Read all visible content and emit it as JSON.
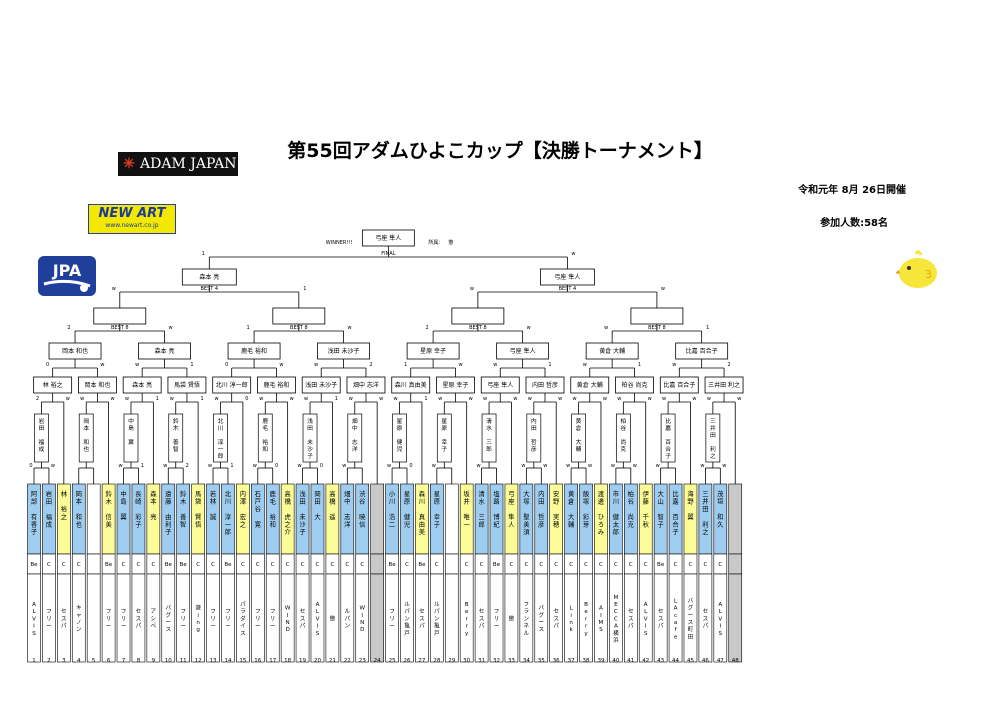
{
  "header": {
    "title": "第55回アダムひよこカップ【決勝トーナメント】",
    "date": "令和元年 8月 26日開催",
    "participants": "参加人数:58名"
  },
  "logos": {
    "adam": "ADAM JAPAN",
    "newart": "NEW ART",
    "newart_url": "www.newart.co.jp",
    "jpa": "JPA"
  },
  "colors": {
    "blue": "#9fcdf0",
    "yellow": "#fbfb97",
    "gray": "#c9c9c9"
  },
  "final": {
    "winner": "弓座 隼人",
    "winner_label": "WINNER!!!",
    "affiliation_label": "所属：",
    "affiliation": "懲",
    "final_label": "FINAL",
    "left": "森本 亮",
    "right": "弓座 隼人",
    "left_score": "1",
    "right_score": "w"
  },
  "best4": [
    {
      "label": "BEST 4",
      "left": "森本 亮",
      "right": "浅田 未沙子",
      "ls": "w",
      "rs": "1"
    },
    {
      "label": "BEST 4",
      "left": "弓座 隼人",
      "right": "黄倉 大輔",
      "ls": "w",
      "rs": "w"
    }
  ],
  "best8": [
    {
      "label": "BEST 8",
      "left": "岡本 和也",
      "right": "森本 亮",
      "ls": "2",
      "rs": "w"
    },
    {
      "label": "BEST 8",
      "left": "鹿毛 裕和",
      "right": "浅田 未沙子",
      "ls": "1",
      "rs": "w"
    },
    {
      "label": "BEST 8",
      "left": "星原 幸子",
      "right": "弓座 隼人",
      "ls": "2",
      "rs": "w"
    },
    {
      "label": "BEST 8",
      "left": "黄倉 大輔",
      "right": "比嘉 百合子",
      "ls": "w",
      "rs": "1"
    }
  ],
  "r16": [
    {
      "name": "岡本 和也",
      "ls": "0",
      "rs": "w"
    },
    {
      "name": "森本 亮",
      "ls": "w",
      "rs": "1"
    },
    {
      "name": "鹿毛 裕和",
      "ls": "0",
      "rs": "w"
    },
    {
      "name": "浅田 未沙子",
      "ls": "w",
      "rs": "2"
    },
    {
      "name": "星原 幸子",
      "ls": "1",
      "rs": "w"
    },
    {
      "name": "弓座 隼人",
      "ls": "w",
      "rs": "1"
    },
    {
      "name": "黄倉 大輔",
      "ls": "w",
      "rs": "1"
    },
    {
      "name": "比嘉 百合子",
      "ls": "w",
      "rs": "2"
    }
  ],
  "r32": [
    {
      "name": "林 裕之",
      "ls": "2",
      "rs": "w"
    },
    {
      "name": "岡本 和也",
      "ls": "w",
      "rs": "w"
    },
    {
      "name": "森本 亮",
      "ls": "w",
      "rs": "1"
    },
    {
      "name": "馬袋 賢悟",
      "ls": "w",
      "rs": "1"
    },
    {
      "name": "北川 淳一郎",
      "ls": "w",
      "rs": "0"
    },
    {
      "name": "鹿毛 裕和",
      "ls": "w",
      "rs": "w"
    },
    {
      "name": "浅田 未沙子",
      "ls": "w",
      "rs": "1"
    },
    {
      "name": "畑中 志洋",
      "ls": "w",
      "rs": "w"
    },
    {
      "name": "森川 真由美",
      "ls": "w",
      "rs": "1"
    },
    {
      "name": "星原 幸子",
      "ls": "w",
      "rs": "w"
    },
    {
      "name": "弓座 隼人",
      "ls": "w",
      "rs": "w"
    },
    {
      "name": "内田 哲彦",
      "ls": "w",
      "rs": "w"
    },
    {
      "name": "黄倉 大輔",
      "ls": "w",
      "rs": "w"
    },
    {
      "name": "柏谷 尚克",
      "ls": "w",
      "rs": "w"
    },
    {
      "name": "比嘉 百合子",
      "ls": "w",
      "rs": "w"
    },
    {
      "name": "三井田 利之",
      "ls": "w",
      "rs": "w"
    }
  ],
  "r64": [
    {
      "name": "岩田 福成",
      "ls": "0",
      "rs": "w"
    },
    {
      "name": "岡本 和也",
      "ls": "",
      "rs": ""
    },
    {
      "name": "中島 翼",
      "ls": "w",
      "rs": "1"
    },
    {
      "name": "鈴木 善智",
      "ls": "w",
      "rs": "2"
    },
    {
      "name": "北川 淳一郎",
      "ls": "w",
      "rs": "1"
    },
    {
      "name": "鹿毛 裕和",
      "ls": "w",
      "rs": "0"
    },
    {
      "name": "浅田 未沙子",
      "ls": "w",
      "rs": "0"
    },
    {
      "name": "畑中 志洋",
      "ls": "w",
      "rs": ""
    },
    {
      "name": "星原 健児",
      "ls": "w",
      "rs": "0"
    },
    {
      "name": "星原 幸子",
      "ls": "w",
      "rs": ""
    },
    {
      "name": "清水 三郎",
      "ls": "w",
      "rs": ""
    },
    {
      "name": "内田 哲彦",
      "ls": "w",
      "rs": "w"
    },
    {
      "name": "黄倉 大輔",
      "ls": "w",
      "rs": "w"
    },
    {
      "name": "柏谷 尚克",
      "ls": "w",
      "rs": "w"
    },
    {
      "name": "比嘉 百合子",
      "ls": "w",
      "rs": ""
    },
    {
      "name": "三井田 利之",
      "ls": "w",
      "rs": "w"
    }
  ],
  "players": [
    {
      "no": "1",
      "name": "阿部 有香子",
      "cls": "Be",
      "club": "ALVIS",
      "color": "blue"
    },
    {
      "no": "2",
      "name": "岩田 福成",
      "cls": "C",
      "club": "フリー",
      "color": "blue"
    },
    {
      "no": "3",
      "name": "林 裕之",
      "cls": "C",
      "club": "セスパ",
      "color": "yellow"
    },
    {
      "no": "4",
      "name": "岡本 和也",
      "cls": "C",
      "club": "キャノン",
      "color": "blue"
    },
    {
      "no": "5",
      "name": "",
      "cls": "",
      "club": "",
      "color": "white"
    },
    {
      "no": "6",
      "name": "鈴木 信美",
      "cls": "Be",
      "club": "フリー",
      "color": "yellow"
    },
    {
      "no": "7",
      "name": "中島 翼",
      "cls": "C",
      "club": "フリー",
      "color": "blue"
    },
    {
      "no": "8",
      "name": "長崎 彩子",
      "cls": "C",
      "club": "セスパ",
      "color": "blue"
    },
    {
      "no": "9",
      "name": "森本 亮",
      "cls": "C",
      "club": "アシベ",
      "color": "yellow"
    },
    {
      "no": "10",
      "name": "遠藤 由利子",
      "cls": "Be",
      "club": "バグース",
      "color": "blue"
    },
    {
      "no": "11",
      "name": "鈴木 善智",
      "cls": "Be",
      "club": "フリー",
      "color": "blue"
    },
    {
      "no": "12",
      "name": "馬袋 賢悟",
      "cls": "C",
      "club": "遊ing",
      "color": "yellow"
    },
    {
      "no": "13",
      "name": "若林 誠",
      "cls": "C",
      "club": "フリー",
      "color": "blue"
    },
    {
      "no": "14",
      "name": "北川 淳一郎",
      "cls": "Be",
      "club": "フリー",
      "color": "blue"
    },
    {
      "no": "15",
      "name": "内澤 宏之",
      "cls": "C",
      "club": "パラダイス",
      "color": "yellow"
    },
    {
      "no": "16",
      "name": "石戸谷 寛",
      "cls": "C",
      "club": "フリー",
      "color": "blue"
    },
    {
      "no": "17",
      "name": "鹿毛 裕和",
      "cls": "C",
      "club": "フリー",
      "color": "blue"
    },
    {
      "no": "18",
      "name": "高橋 虎之介",
      "cls": "C",
      "club": "WIND",
      "color": "yellow"
    },
    {
      "no": "19",
      "name": "浅田 未沙子",
      "cls": "C",
      "club": "セスパ",
      "color": "blue"
    },
    {
      "no": "20",
      "name": "岡田 大",
      "cls": "C",
      "club": "ALVIS",
      "color": "blue"
    },
    {
      "no": "21",
      "name": "高橋 遥",
      "cls": "C",
      "club": "懲",
      "color": "yellow"
    },
    {
      "no": "22",
      "name": "畑中 志洋",
      "cls": "C",
      "club": "ルパン",
      "color": "blue"
    },
    {
      "no": "23",
      "name": "渋谷 暁信",
      "cls": "C",
      "club": "WIND",
      "color": "blue"
    },
    {
      "no": "24",
      "name": "",
      "cls": "",
      "club": "",
      "color": "gray"
    },
    {
      "no": "25",
      "name": "小川 浩二",
      "cls": "Be",
      "club": "フリー",
      "color": "blue"
    },
    {
      "no": "26",
      "name": "星原 健児",
      "cls": "C",
      "club": "ルパン亀戸",
      "color": "blue"
    },
    {
      "no": "27",
      "name": "森川 真由美",
      "cls": "Be",
      "club": "セスパ",
      "color": "yellow"
    },
    {
      "no": "28",
      "name": "星原 幸子",
      "cls": "C",
      "club": "ルパン亀戸",
      "color": "blue"
    },
    {
      "no": "29",
      "name": "",
      "cls": "",
      "club": "",
      "color": "white"
    },
    {
      "no": "30",
      "name": "坂井 唯一",
      "cls": "C",
      "club": "Berry",
      "color": "yellow"
    },
    {
      "no": "31",
      "name": "清水 三郎",
      "cls": "C",
      "club": "セスパ",
      "color": "blue"
    },
    {
      "no": "32",
      "name": "塩路 博紀",
      "cls": "Be",
      "club": "フリー",
      "color": "blue"
    },
    {
      "no": "33",
      "name": "弓座 隼人",
      "cls": "C",
      "club": "懲",
      "color": "yellow"
    },
    {
      "no": "34",
      "name": "大塚 聖美須",
      "cls": "C",
      "club": "フランネル",
      "color": "blue"
    },
    {
      "no": "35",
      "name": "内田 哲彦",
      "cls": "C",
      "club": "バグース",
      "color": "blue"
    },
    {
      "no": "36",
      "name": "安野 実穂",
      "cls": "C",
      "club": "セスパ",
      "color": "yellow"
    },
    {
      "no": "37",
      "name": "黄倉 大輔",
      "cls": "C",
      "club": "Link",
      "color": "blue"
    },
    {
      "no": "38",
      "name": "飯塚 彩芽",
      "cls": "C",
      "club": "Berry",
      "color": "blue"
    },
    {
      "no": "39",
      "name": "渡邊 ひろみ",
      "cls": "C",
      "club": "AIMS",
      "color": "yellow"
    },
    {
      "no": "40",
      "name": "市川 健太郎",
      "cls": "C",
      "club": "MECCA横浜",
      "color": "blue"
    },
    {
      "no": "41",
      "name": "柏谷 尚克",
      "cls": "C",
      "club": "セスパ",
      "color": "blue"
    },
    {
      "no": "42",
      "name": "伊藤 千秋",
      "cls": "C",
      "club": "ALVIS",
      "color": "yellow"
    },
    {
      "no": "43",
      "name": "大山 智子",
      "cls": "Be",
      "club": "セスパ",
      "color": "blue"
    },
    {
      "no": "44",
      "name": "比嘉 百合子",
      "cls": "C",
      "club": "LAcafe",
      "color": "blue"
    },
    {
      "no": "45",
      "name": "海野 翼",
      "cls": "C",
      "club": "バグース町田",
      "color": "yellow"
    },
    {
      "no": "46",
      "name": "三井田 利之",
      "cls": "C",
      "club": "セスパ",
      "color": "blue"
    },
    {
      "no": "47",
      "name": "茂垣 和久",
      "cls": "C",
      "club": "ALVIS",
      "color": "blue"
    },
    {
      "no": "48",
      "name": "",
      "cls": "",
      "club": "",
      "color": "gray"
    }
  ]
}
